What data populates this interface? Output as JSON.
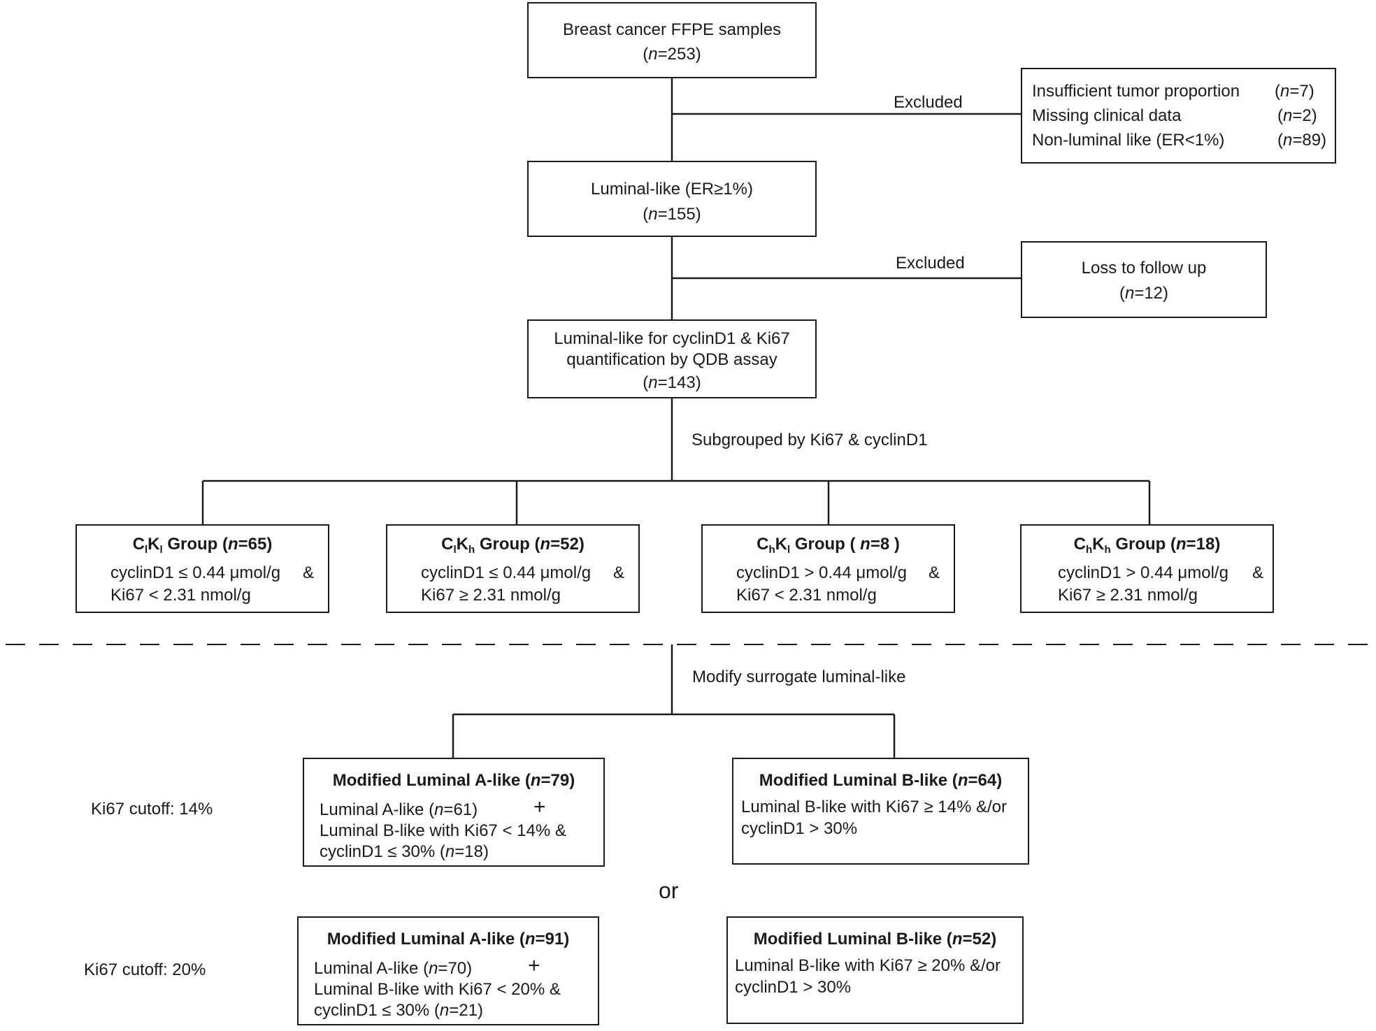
{
  "nodes": {
    "top": {
      "line1": "Breast cancer FFPE samples",
      "n_label": "n",
      "n_value": "=253"
    },
    "excluded1": {
      "label": "Excluded",
      "rows": [
        {
          "text": "Insufficient tumor proportion",
          "n_label": "n",
          "n_value": "=7"
        },
        {
          "text": "Missing clinical data",
          "n_label": "n",
          "n_value": "=2"
        },
        {
          "text": "Non-luminal like (ER<1%)",
          "n_label": "n",
          "n_value": "=89"
        }
      ]
    },
    "luminal": {
      "line1": "Luminal-like  (ER≥1%)",
      "n_label": "n",
      "n_value": "=155"
    },
    "excluded2": {
      "label": "Excluded",
      "line1": "Loss to follow up",
      "n_label": "n",
      "n_value": "=12"
    },
    "qdb": {
      "line1": "Luminal-like for cyclinD1 & Ki67",
      "line2": "quantification by QDB  assay",
      "n_label": "n",
      "n_value": "=143"
    },
    "subgroup_label": "Subgrouped by Ki67 & cyclinD1",
    "groups": [
      {
        "c": "C",
        "c_sub": "l",
        "k": "K",
        "k_sub": "l",
        "group_word": " Group (",
        "n_label": "n",
        "n_value": "=65",
        "close": ")",
        "line1": "cyclinD1 ≤ 0.44 μmol/g",
        "amp": "&",
        "line2": "Ki67 < 2.31 nmol/g"
      },
      {
        "c": "C",
        "c_sub": "l",
        "k": "K",
        "k_sub": "h",
        "group_word": " Group (",
        "n_label": "n",
        "n_value": "=52",
        "close": ")",
        "line1": "cyclinD1 ≤ 0.44 μmol/g",
        "amp": "&",
        "line2": "Ki67 ≥ 2.31 nmol/g"
      },
      {
        "c": "C",
        "c_sub": "h",
        "k": "K",
        "k_sub": "l",
        "group_word": " Group ( ",
        "n_label": "n",
        "n_value": "=8",
        "close": " )",
        "line1": "cyclinD1 > 0.44 μmol/g",
        "amp": "&",
        "line2": "Ki67 < 2.31 nmol/g"
      },
      {
        "c": "C",
        "c_sub": "h",
        "k": "K",
        "k_sub": "h",
        "group_word": " Group (",
        "n_label": "n",
        "n_value": "=18",
        "close": ")",
        "line1": "cyclinD1 > 0.44 μmol/g",
        "amp": "&",
        "line2": "Ki67 ≥ 2.31 nmol/g"
      }
    ],
    "modify_label": "Modify surrogate luminal-like",
    "or_label": "or",
    "cutoff14": {
      "label": "Ki67 cutoff: 14%",
      "a": {
        "title": "Modified Luminal A-like (",
        "n_label": "n",
        "n_value": "=79",
        "close": ")",
        "line1a": "Luminal A-like (",
        "line1_n_label": "n",
        "line1_n_value": "=61",
        "line1_close": ")",
        "plus": "+",
        "line2": "Luminal B-like with Ki67 < 14% &",
        "line3a": "cyclinD1 ≤ 30%   (",
        "line3_n_label": "n",
        "line3_n_value": "=18",
        "line3_close": ")"
      },
      "b": {
        "title": "Modified Luminal B-like (",
        "n_label": "n",
        "n_value": "=64",
        "close": ")",
        "line1": "Luminal B-like with Ki67 ≥ 14%  &/or",
        "line2": "cyclinD1 > 30%"
      }
    },
    "cutoff20": {
      "label": "Ki67 cutoff: 20%",
      "a": {
        "title": "Modified Luminal A-like (",
        "n_label": "n",
        "n_value": "=91",
        "close": ")",
        "line1a": "Luminal A-like (",
        "line1_n_label": "n",
        "line1_n_value": "=70",
        "line1_close": ")",
        "plus": "+",
        "line2": "Luminal B-like with Ki67 < 20% &",
        "line3a": "cyclinD1 ≤ 30%   (",
        "line3_n_label": "n",
        "line3_n_value": "=21",
        "line3_close": ")"
      },
      "b": {
        "title": "Modified Luminal B-like (",
        "n_label": "n",
        "n_value": "=52",
        "close": ")",
        "line1": "Luminal B-like with Ki67 ≥ 20%  &/or",
        "line2": "cyclinD1 > 30%"
      }
    }
  },
  "colors": {
    "stroke": "#1a1a1a",
    "background": "#ffffff"
  }
}
